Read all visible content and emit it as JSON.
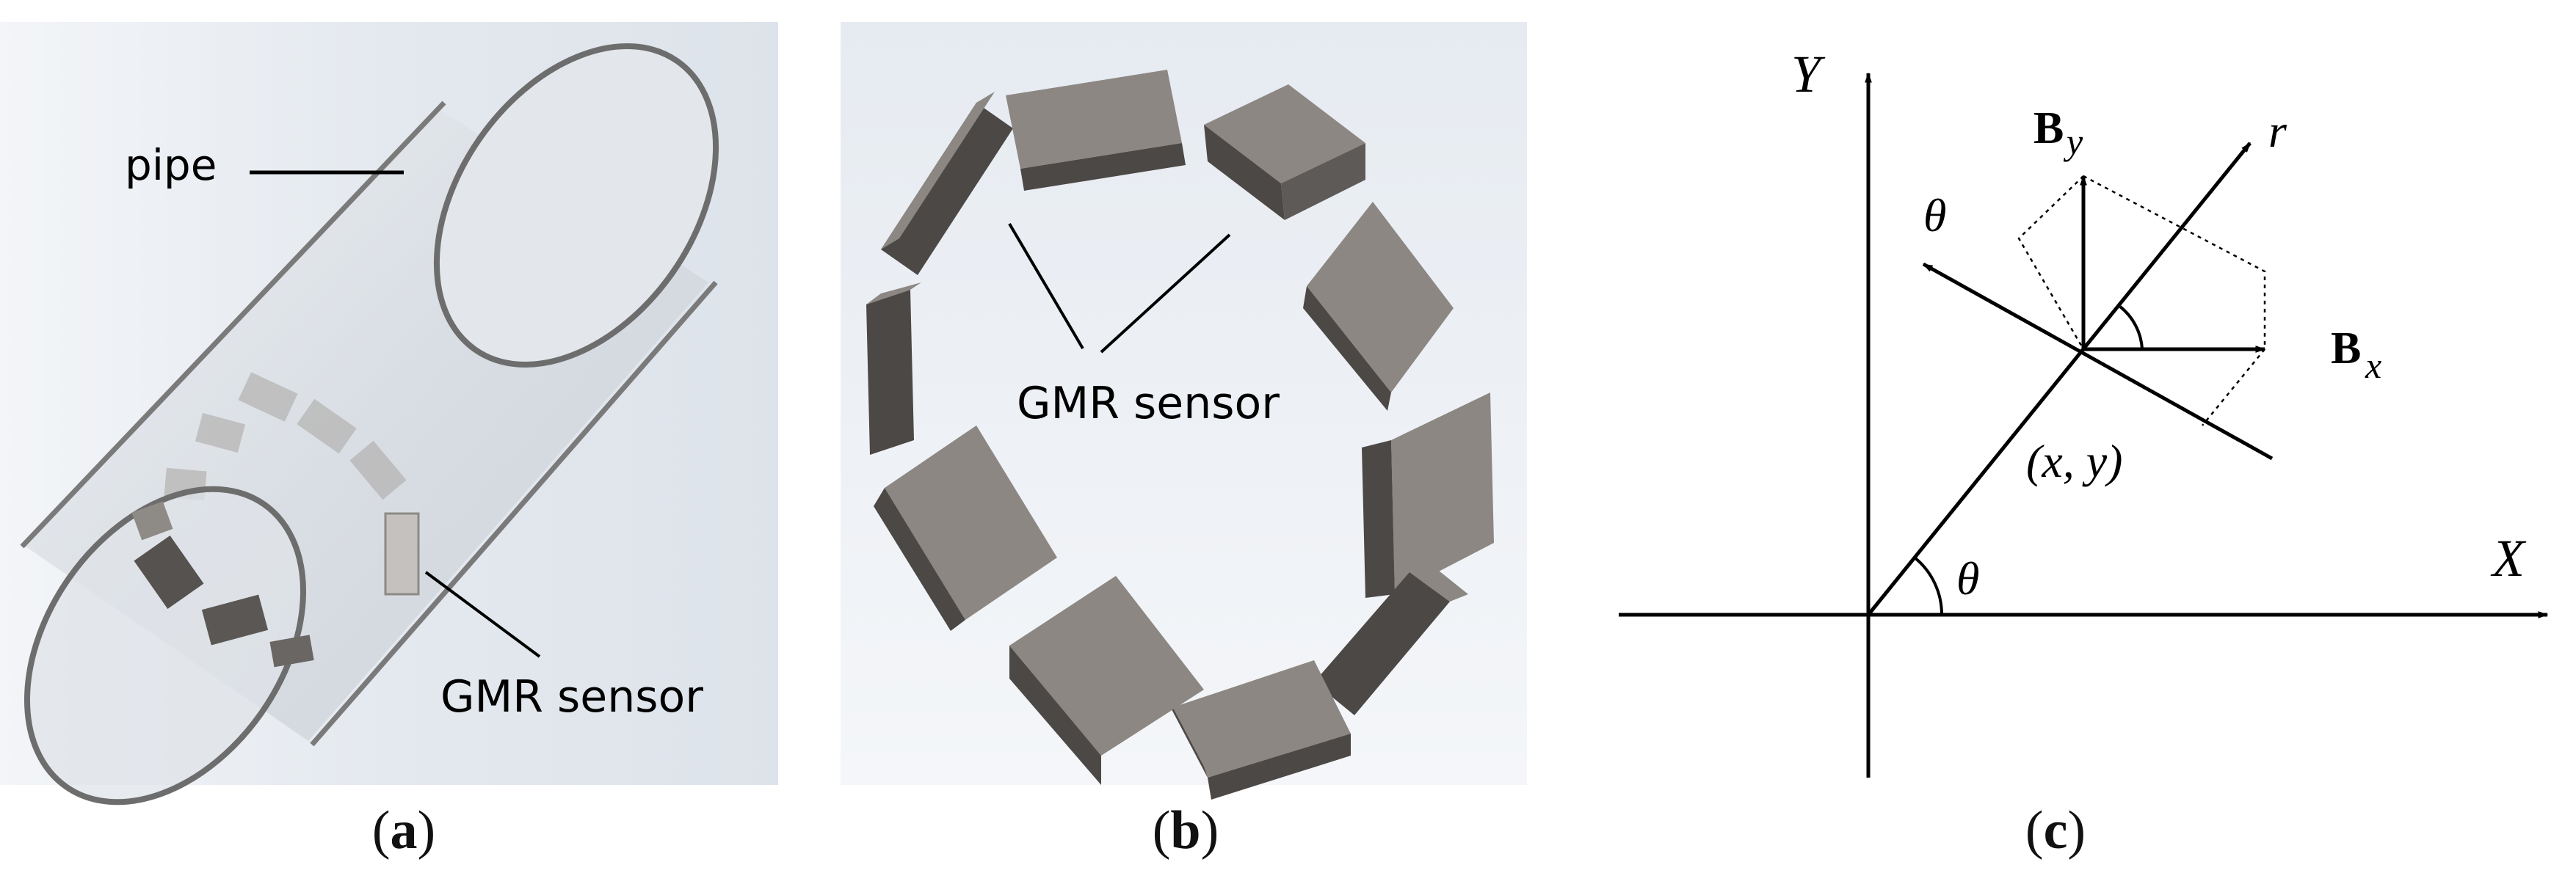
{
  "panel_a": {
    "caption_open": "(",
    "caption_letter": "a",
    "caption_close": ")",
    "pipe_label": "pipe",
    "sensor_label": "GMR sensor"
  },
  "panel_b": {
    "caption_open": "(",
    "caption_letter": "b",
    "caption_close": ")",
    "sensor_label": "GMR sensor"
  },
  "panel_c": {
    "caption_open": "(",
    "caption_letter": "c",
    "caption_close": ")",
    "axis_y": "Y",
    "axis_x": "X",
    "r_label": "r",
    "theta_top": "θ",
    "theta_bottom": "θ",
    "point_label": "(x, y)",
    "By_main": "B",
    "By_sub": "y",
    "Bx_main": "B",
    "Bx_sub": "x"
  },
  "colors": {
    "background": "#ffffff",
    "render_bg": "#e9edf3",
    "sensor_top": "#8c8783",
    "sensor_side": "#4c4845",
    "pipe_edge": "#6d6d6d",
    "line": "#000000"
  }
}
